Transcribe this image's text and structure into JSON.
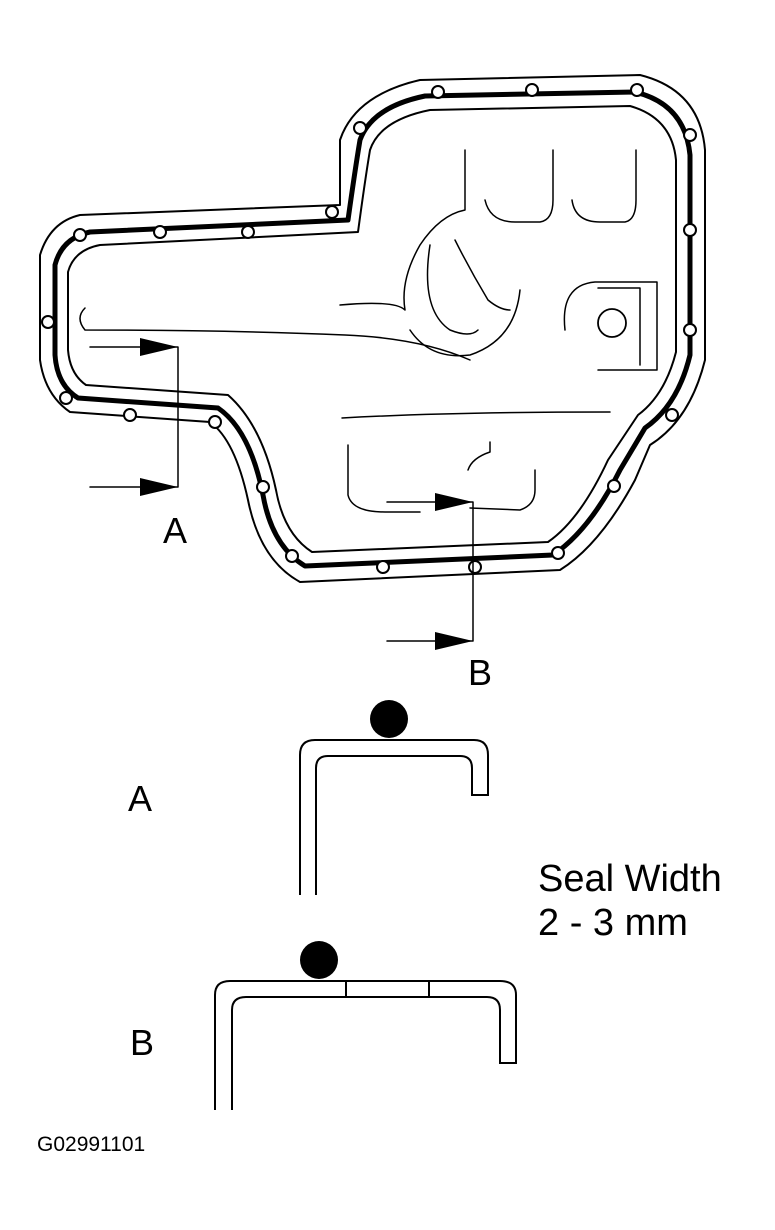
{
  "labels": {
    "section_a_top": "A",
    "section_b_top": "B",
    "section_a_detail": "A",
    "section_b_detail": "B"
  },
  "seal_note": {
    "line1": "Seal Width",
    "line2": "2 - 3 mm"
  },
  "figure_code": "G02991101",
  "colors": {
    "ink": "#000000",
    "paper": "#ffffff"
  }
}
